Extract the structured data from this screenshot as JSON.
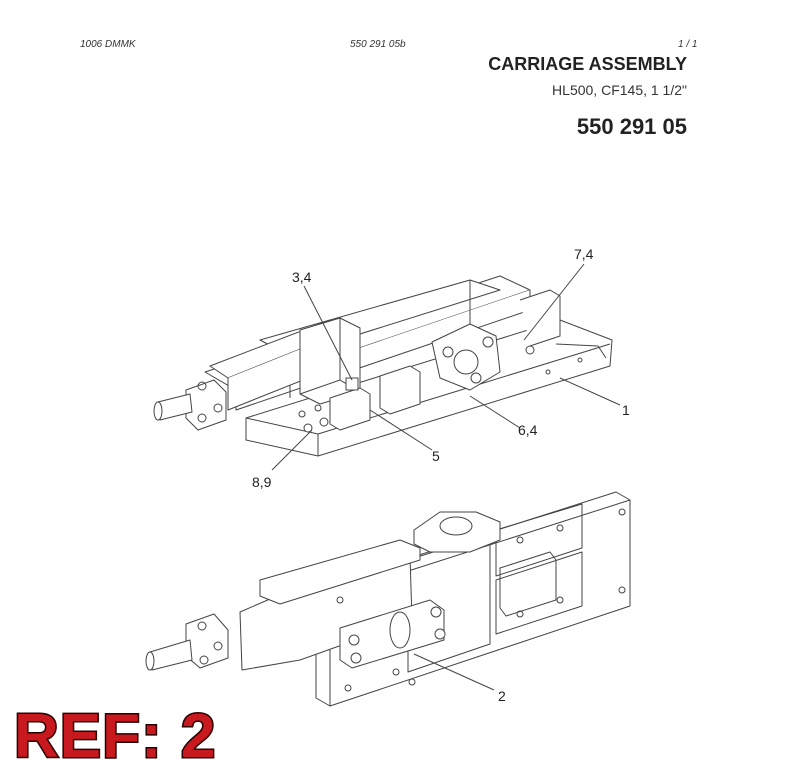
{
  "header": {
    "doc_code": "1006 DMMK",
    "drawing_code": "550 291 05b",
    "page": "1 /   1"
  },
  "title": {
    "main": "CARRIAGE ASSEMBLY",
    "sub": "HL500, CF145, 1 1/2\"",
    "part_number": "550 291 05"
  },
  "callouts": {
    "c1": "1",
    "c2": "2",
    "c34": "3,4",
    "c5": "5",
    "c64": "6,4",
    "c74": "7,4",
    "c89": "8,9"
  },
  "ref_label": "REF: 2"
}
